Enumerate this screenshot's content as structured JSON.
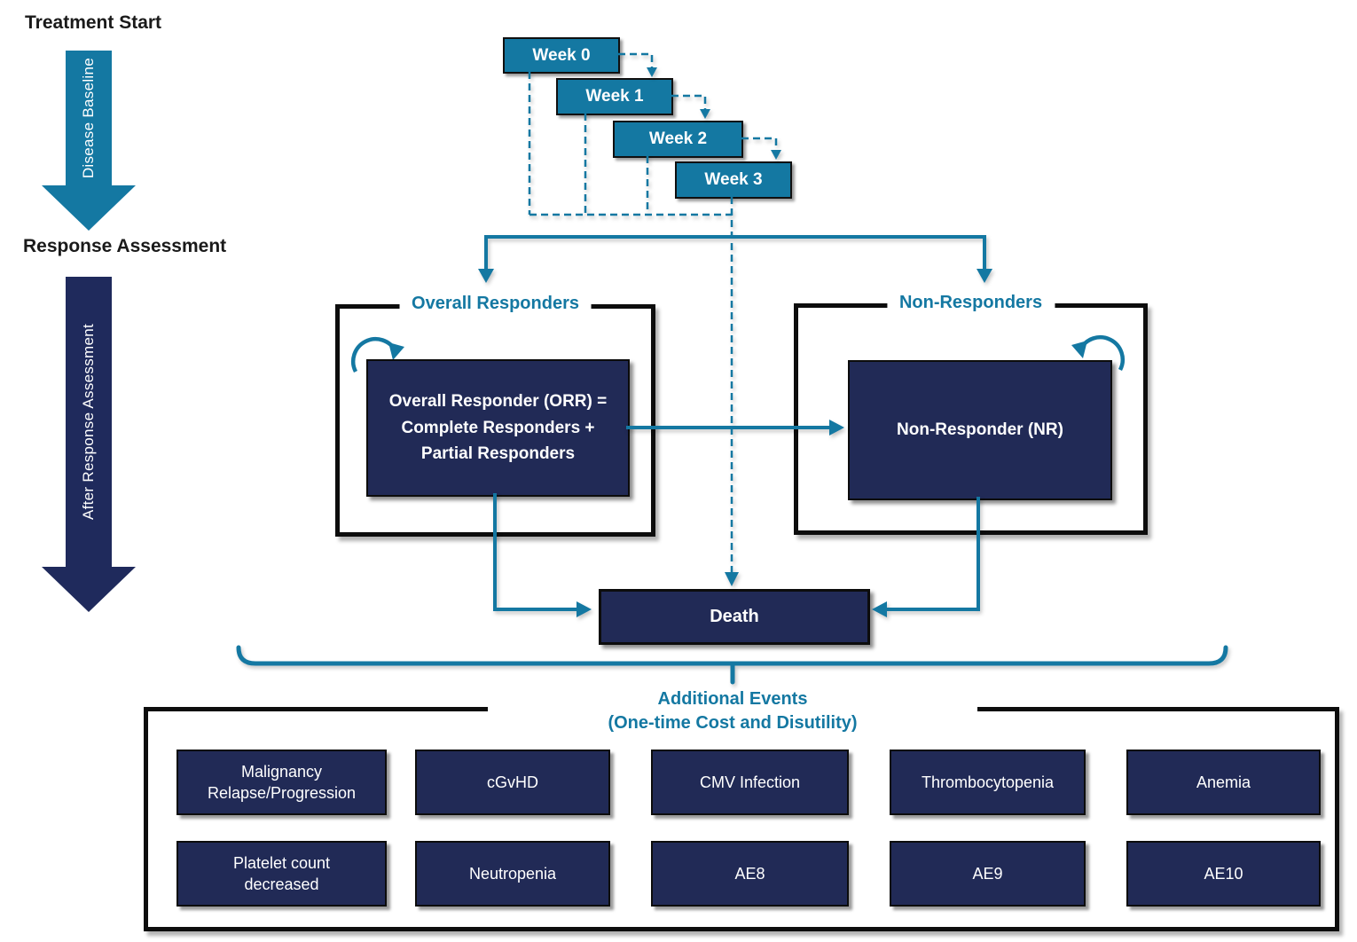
{
  "colors": {
    "teal": "#1478A2",
    "navy": "#212A56",
    "border_black": "#0D0D0D",
    "text_black": "#1A1A1A",
    "white": "#FFFFFF"
  },
  "timeline": {
    "treatment_start_label": "Treatment Start",
    "baseline_arrow_label": "Disease Baseline",
    "response_assessment_label": "Response Assessment",
    "after_response_arrow_label": "After Response Assessment"
  },
  "weeks": [
    {
      "label": "Week 0"
    },
    {
      "label": "Week 1"
    },
    {
      "label": "Week 2"
    },
    {
      "label": "Week 3"
    }
  ],
  "states": {
    "overall_responders_group_title": "Overall Responders",
    "overall_responder_lines": [
      "Overall Responder (ORR) =",
      "Complete Responders +",
      "Partial Responders"
    ],
    "non_responders_group_title": "Non-Responders",
    "non_responder_label": "Non-Responder (NR)",
    "death_label": "Death"
  },
  "additional_events": {
    "title": "Additional Events",
    "subtitle": "(One-time Cost and Disutility)",
    "items": [
      {
        "lines": [
          "Malignancy",
          "Relapse/Progression"
        ]
      },
      {
        "lines": [
          "cGvHD"
        ]
      },
      {
        "lines": [
          "CMV Infection"
        ]
      },
      {
        "lines": [
          "Thrombocytopenia"
        ]
      },
      {
        "lines": [
          "Anemia"
        ]
      },
      {
        "lines": [
          "Platelet count",
          "decreased"
        ]
      },
      {
        "lines": [
          "Neutropenia"
        ]
      },
      {
        "lines": [
          "AE8"
        ]
      },
      {
        "lines": [
          "AE9"
        ]
      },
      {
        "lines": [
          "AE10"
        ]
      }
    ]
  }
}
